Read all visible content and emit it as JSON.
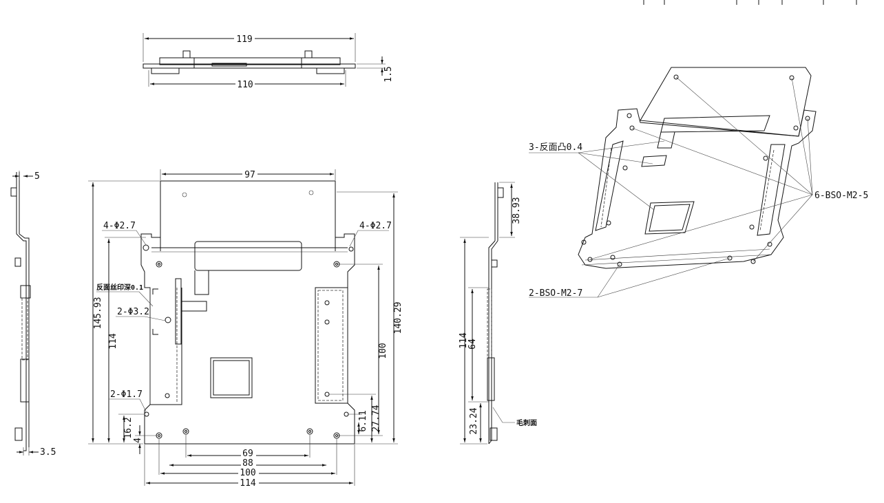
{
  "top_view": {
    "dim_width_outer": "119",
    "dim_width_inner": "110",
    "dim_thickness": "1.5"
  },
  "front_view": {
    "dim_top_width": "97",
    "dim_total_height": "145.93",
    "dim_left_height": "114",
    "dim_right_height": "140.29",
    "dim_rail_height": "100",
    "dim_bottom_right_1": "6.11",
    "dim_bottom_right_2": "27.74",
    "dim_bottom_left_1": "16.2",
    "dim_bottom_left_2": "4",
    "dim_bottom_69": "69",
    "dim_bottom_88": "88",
    "dim_bottom_100": "100",
    "dim_bottom_114": "114",
    "note_holes_left": "4-Φ2.7",
    "note_holes_right": "4-Φ2.7",
    "note_holes_32": "2-Φ3.2",
    "note_holes_17": "2-Φ1.7",
    "note_silkscreen": "反面丝印深0.1"
  },
  "left_view": {
    "dim_top": "5",
    "dim_bottom": "3.5"
  },
  "right_view": {
    "dim_top": "38.93",
    "dim_114": "114",
    "dim_64": "64",
    "dim_2324": "23.24",
    "note_burr": "毛刺面"
  },
  "iso_view": {
    "note_bumps": "3-反面凸0.4",
    "note_bso5": "6-BSO-M2-5",
    "note_bso7": "2-BSO-M2-7"
  }
}
